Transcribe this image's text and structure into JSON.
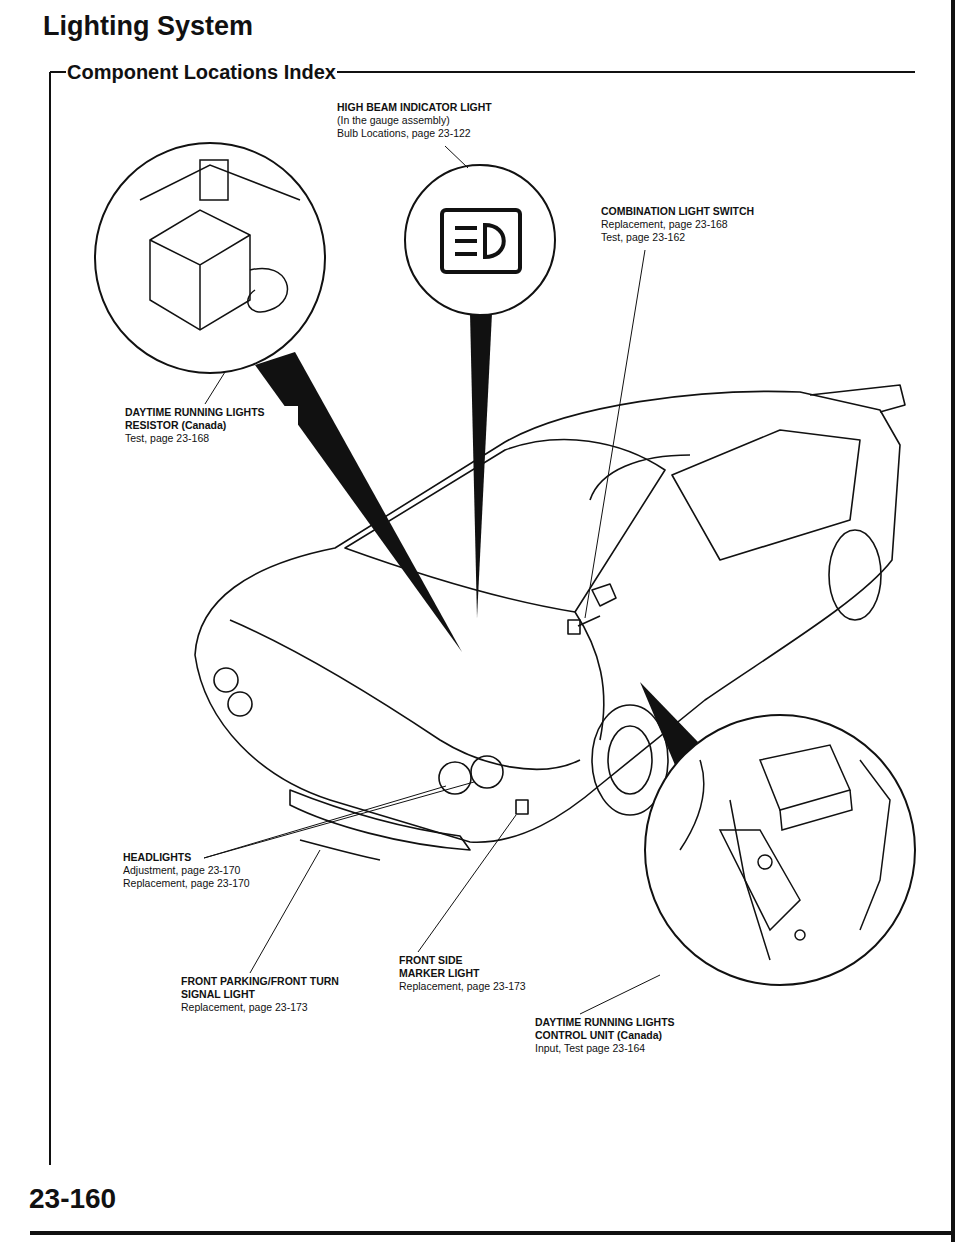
{
  "diagram": {
    "title": "Lighting System",
    "labels": [
      "Component Locations Index",
      "HIGH BEAM INDICATOR LIGHT",
      "(In the gauge assembly)",
      "Bulb Locations, page 23-122",
      "COMBINATION LIGHT SWITCH",
      "Replacement, page 23-168",
      "Test, page 23-162",
      "DAYTIME RUNNING LIGHTS RESISTOR (Canada)",
      "Test, page 23-168",
      "HEADLIGHTS",
      "Adjustment, page 23-170",
      "Replacement, page 23-170",
      "FRONT SIDE MARKER LIGHT",
      "Replacement, page 23-173",
      "FRONT PARKING/FRONT TURN SIGNAL LIGHT",
      "Replacement, page 23-173",
      "DAYTIME RUNNING LIGHTS CONTROL UNIT (Canada)",
      "Input, Test page 23-164",
      "23-160"
    ]
  }
}
